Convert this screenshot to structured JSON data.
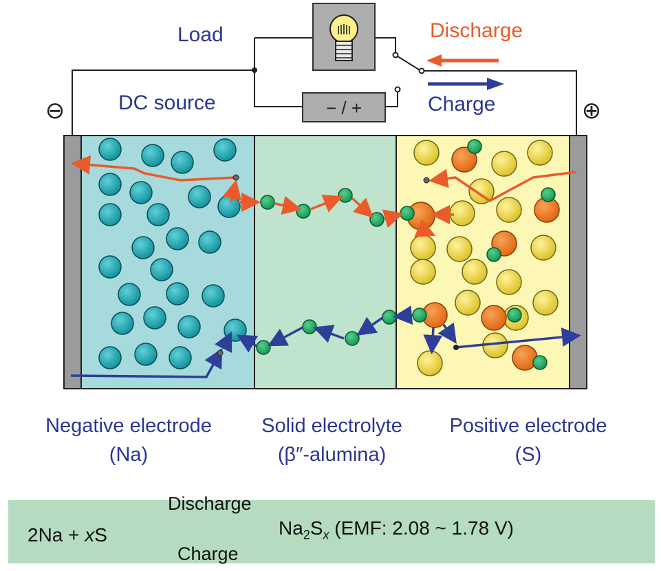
{
  "circuit": {
    "load_label": "Load",
    "dc_source_label": "DC source",
    "discharge_label": "Discharge",
    "charge_label": "Charge",
    "negative_terminal": "⊖",
    "positive_terminal": "⊕",
    "dc_symbol": "− / +"
  },
  "electrodes": {
    "negative": {
      "line1": "Negative electrode",
      "line2": "(Na)"
    },
    "electrolyte": {
      "line1": "Solid electrolyte",
      "line2": "(β″-alumina)"
    },
    "positive": {
      "line1": "Positive electrode",
      "line2": "(S)"
    }
  },
  "equation": {
    "left": "2Na + xS",
    "left_coef": "2Na + ",
    "left_var": "x",
    "left_end": "S",
    "discharge_label": "Discharge",
    "charge_label": "Charge",
    "product_na": "Na",
    "product_sub1": "2",
    "product_s": "S",
    "product_sub2": "x",
    "emf": " (EMF: 2.08 ~ 1.78 V)"
  },
  "colors": {
    "negative_region": "#a6dadc",
    "electrolyte_region": "#bfe3cc",
    "positive_region": "#fdf7b6",
    "na_ion": "#139ea9",
    "na_plus": "#1aa96a",
    "sulfur": "#ead43a",
    "polysulfide": "#ee7a1f",
    "discharge_arrow": "#ea5a2a",
    "charge_arrow": "#2e3f99",
    "label_blue": "#2b3592",
    "equation_bg": "#b5dcc0"
  }
}
